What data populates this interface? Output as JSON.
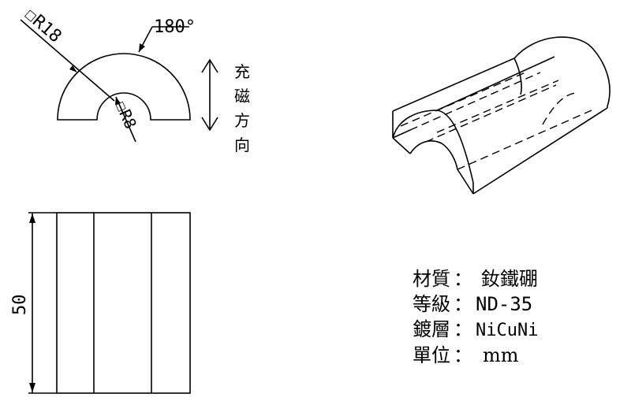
{
  "dimensions": {
    "outer_radius": "☐R18",
    "inner_radius": "☐R8",
    "arc_angle": "180°",
    "length": "50"
  },
  "magnetization": {
    "chars": [
      "充",
      "磁",
      "方",
      "向"
    ]
  },
  "specs": [
    {
      "label": "材質",
      "value": "釹鐵硼"
    },
    {
      "label": "等級",
      "value": "ND-35"
    },
    {
      "label": "鍍層",
      "value": "NiCuNi"
    },
    {
      "label": "單位",
      "value": "mm"
    }
  ],
  "separator": "："
}
